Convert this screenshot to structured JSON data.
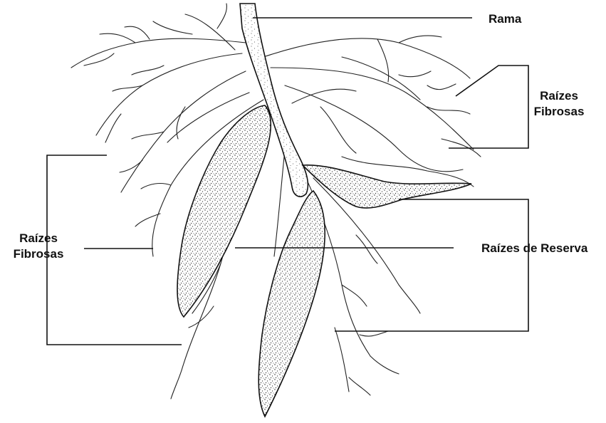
{
  "labels": {
    "rama": "Rama",
    "fibrosas_right": {
      "line1": "Raízes",
      "line2": "Fibrosas"
    },
    "fibrosas_left": {
      "line1": "Raízes",
      "line2": "Fibrosas"
    },
    "reserva": "Raízes de Reserva"
  },
  "colors": {
    "ink": "#111111",
    "paper": "#ffffff"
  }
}
